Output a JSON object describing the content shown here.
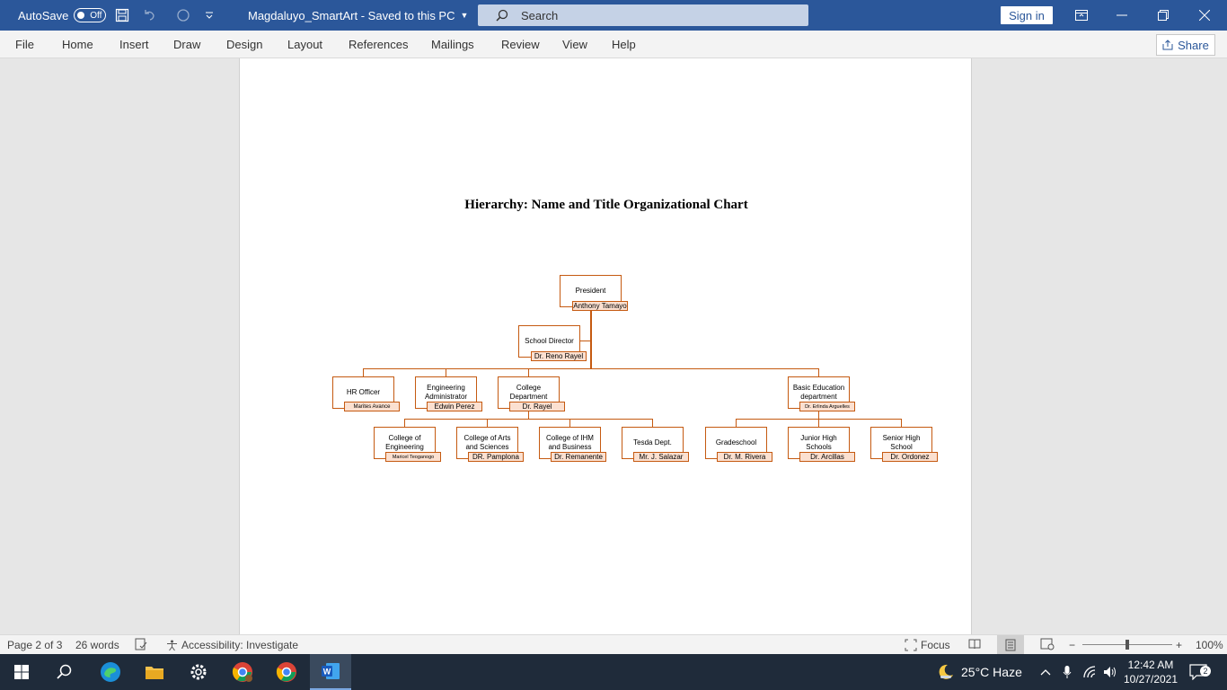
{
  "titlebar": {
    "autosave_label": "AutoSave",
    "autosave_state": "Off",
    "doc_title": "Magdaluyo_SmartArt  -  Saved to this PC",
    "search_placeholder": "Search",
    "signin_label": "Sign in"
  },
  "ribbon": {
    "tabs": [
      "File",
      "Home",
      "Insert",
      "Draw",
      "Design",
      "Layout",
      "References",
      "Mailings",
      "Review",
      "View",
      "Help"
    ],
    "share_label": "Share"
  },
  "document": {
    "title": "Hierarchy: Name and Title Organizational Chart",
    "org": {
      "president": {
        "title": "President",
        "name": "Anthony Tamayo"
      },
      "director": {
        "title": "School Director",
        "name": "Dr. Reno Rayel"
      },
      "level2": [
        {
          "title": "HR Officer",
          "name": "Marites Avance"
        },
        {
          "title": "Engineering Administrator",
          "name": "Edwin Perez"
        },
        {
          "title": "College Department",
          "name": "Dr. Rayel"
        },
        {
          "title": "Basic Education department",
          "name": "Dr. Erlinda Arguelles"
        }
      ],
      "college_children": [
        {
          "title": "College of Engineering",
          "name": "Maricel Teoganogo"
        },
        {
          "title": "College of Arts and Sciences",
          "name": "DR. Pamplona"
        },
        {
          "title": "College of IHM and Business",
          "name": "Dr. Remanente"
        },
        {
          "title": "Tesda Dept.",
          "name": "Mr. J. Salazar"
        }
      ],
      "basic_children": [
        {
          "title": "Gradeschool",
          "name": "Dr. M. Rivera"
        },
        {
          "title": "Junior High Schools",
          "name": "Dr. Arcillas"
        },
        {
          "title": "Senior High School",
          "name": "Dr. Ordonez"
        }
      ]
    }
  },
  "statusbar": {
    "page": "Page 2 of 3",
    "words": "26 words",
    "accessibility": "Accessibility: Investigate",
    "focus": "Focus",
    "zoom": "100%"
  },
  "taskbar": {
    "weather": "25°C  Haze",
    "time": "12:42 AM",
    "date": "10/27/2021",
    "notifications": "2"
  },
  "colors": {
    "titlebar": "#2b579a",
    "org_border": "#c55a11",
    "org_name_fill": "#fbe0d0"
  }
}
